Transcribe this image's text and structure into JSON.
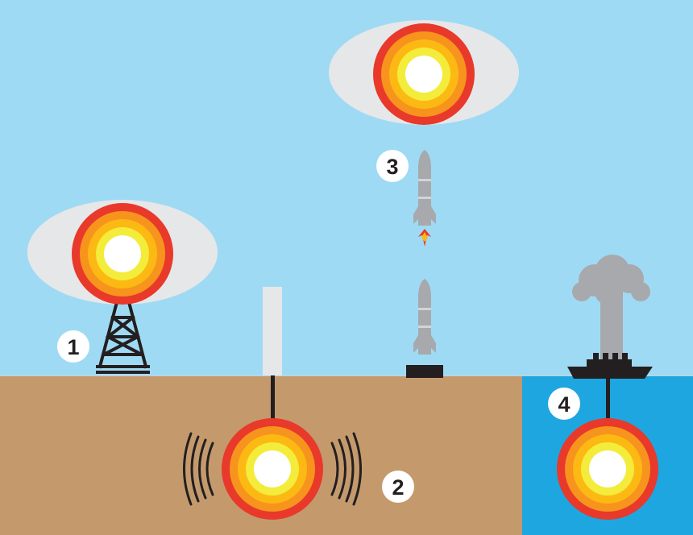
{
  "colors": {
    "sky": "#9fdaf4",
    "ground": "#c49a6c",
    "water": "#1ea6e0",
    "fireball_rings": [
      "#e8392b",
      "#f7941d",
      "#fdb913",
      "#f3ec3a",
      "#ffffff"
    ],
    "cloud": "#e6e7e8",
    "rocket": "#a7a9ac",
    "structure": "#231f20",
    "shaft": "#e6e7e8"
  },
  "markers": [
    {
      "id": "atmospheric-tower",
      "label": "1"
    },
    {
      "id": "underground",
      "label": "2"
    },
    {
      "id": "high-altitude",
      "label": "3"
    },
    {
      "id": "underwater",
      "label": "4"
    }
  ]
}
